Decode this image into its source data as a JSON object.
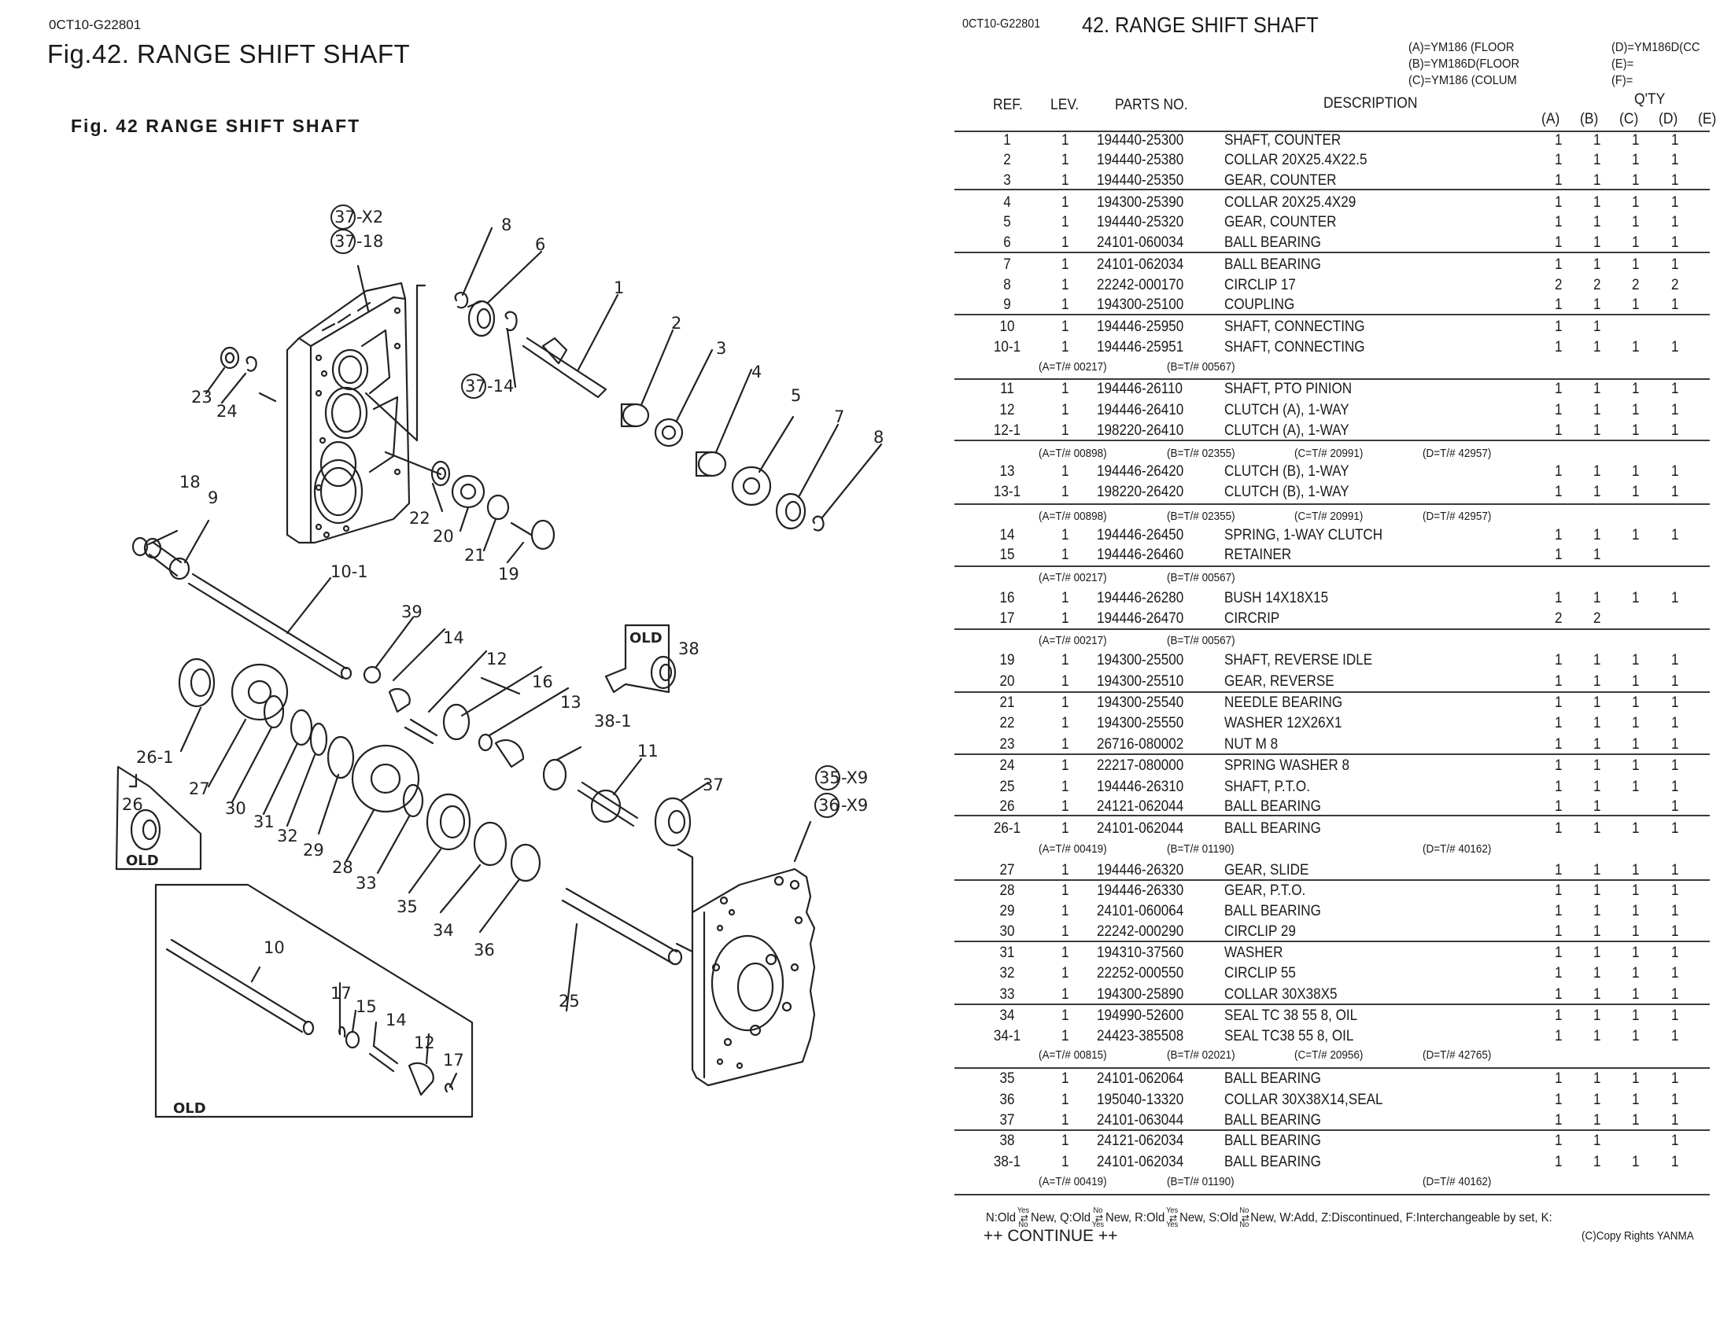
{
  "left_page": {
    "doc_code": "0CT10-G22801",
    "figure_title": "Fig.42.  RANGE SHIFT SHAFT",
    "figure_subtitle": "Fig. 42   RANGE SHIFT SHAFT",
    "diagram": {
      "callouts": [
        "1",
        "2",
        "3",
        "4",
        "5",
        "6",
        "7",
        "8",
        "8",
        "9",
        "10-1",
        "10",
        "11",
        "12",
        "12",
        "13",
        "14",
        "14",
        "15",
        "16",
        "17",
        "17",
        "18",
        "19",
        "20",
        "21",
        "22",
        "23",
        "24",
        "25",
        "26-1",
        "26",
        "27",
        "28",
        "29",
        "30",
        "31",
        "32",
        "33",
        "34",
        "35",
        "36",
        "37",
        "38",
        "38-1",
        "39"
      ],
      "circled_callouts": [
        {
          "num": "37",
          "suffix": "-X2"
        },
        {
          "num": "37",
          "suffix": "-18"
        },
        {
          "num": "37",
          "suffix": "-14"
        },
        {
          "num": "35",
          "suffix": "-X9"
        },
        {
          "num": "36",
          "suffix": "-X9"
        }
      ],
      "old_labels": [
        "OLD",
        "OLD",
        "OLD"
      ]
    }
  },
  "right_page": {
    "doc_code": "0CT10-G22801",
    "title": "42.  RANGE SHIFT SHAFT",
    "models": {
      "A": "(A)=YM186 (FLOOR",
      "B": "(B)=YM186D(FLOOR",
      "C": "(C)=YM186 (COLUM",
      "D": "(D)=YM186D(CC",
      "E": "(E)=",
      "F": "(F)="
    },
    "columns": {
      "ref": "REF.",
      "lev": "LEV.",
      "parts_no": "PARTS NO.",
      "description": "DESCRIPTION",
      "qty": "Q'TY",
      "qa": "(A)",
      "qb": "(B)",
      "qc": "(C)",
      "qd": "(D)",
      "qe": "(E)"
    },
    "rows": [
      {
        "ref": "1",
        "lev": "1",
        "part": "194440-25300",
        "desc": "SHAFT, COUNTER",
        "a": "1",
        "b": "1",
        "c": "1",
        "d": "1"
      },
      {
        "ref": "2",
        "lev": "1",
        "part": "194440-25380",
        "desc": "COLLAR 20X25.4X22.5",
        "a": "1",
        "b": "1",
        "c": "1",
        "d": "1"
      },
      {
        "ref": "3",
        "lev": "1",
        "part": "194440-25350",
        "desc": "GEAR, COUNTER",
        "a": "1",
        "b": "1",
        "c": "1",
        "d": "1"
      },
      {
        "ref": "4",
        "lev": "1",
        "part": "194300-25390",
        "desc": "COLLAR 20X25.4X29",
        "a": "1",
        "b": "1",
        "c": "1",
        "d": "1"
      },
      {
        "ref": "5",
        "lev": "1",
        "part": "194440-25320",
        "desc": "GEAR, COUNTER",
        "a": "1",
        "b": "1",
        "c": "1",
        "d": "1"
      },
      {
        "ref": "6",
        "lev": "1",
        "part": "24101-060034",
        "desc": "BALL BEARING",
        "a": "1",
        "b": "1",
        "c": "1",
        "d": "1"
      },
      {
        "ref": "7",
        "lev": "1",
        "part": "24101-062034",
        "desc": "BALL BEARING",
        "a": "1",
        "b": "1",
        "c": "1",
        "d": "1"
      },
      {
        "ref": "8",
        "lev": "1",
        "part": "22242-000170",
        "desc": "CIRCLIP   17",
        "a": "2",
        "b": "2",
        "c": "2",
        "d": "2"
      },
      {
        "ref": "9",
        "lev": "1",
        "part": "194300-25100",
        "desc": "COUPLING",
        "a": "1",
        "b": "1",
        "c": "1",
        "d": "1"
      },
      {
        "ref": "10",
        "lev": "1",
        "part": "194446-25950",
        "desc": "SHAFT, CONNECTING",
        "a": "1",
        "b": "1",
        "c": "",
        "d": ""
      },
      {
        "ref": "10-1",
        "lev": "1",
        "part": "194446-25951",
        "desc": "SHAFT, CONNECTING",
        "a": "1",
        "b": "1",
        "c": "1",
        "d": "1"
      },
      {
        "ref": "11",
        "lev": "1",
        "part": "194446-26110",
        "desc": "SHAFT, PTO PINION",
        "a": "1",
        "b": "1",
        "c": "1",
        "d": "1"
      },
      {
        "ref": "12",
        "lev": "1",
        "part": "194446-26410",
        "desc": "CLUTCH (A), 1-WAY",
        "a": "1",
        "b": "1",
        "c": "1",
        "d": "1"
      },
      {
        "ref": "12-1",
        "lev": "1",
        "part": "198220-26410",
        "desc": "CLUTCH (A), 1-WAY",
        "a": "1",
        "b": "1",
        "c": "1",
        "d": "1"
      },
      {
        "ref": "13",
        "lev": "1",
        "part": "194446-26420",
        "desc": "CLUTCH (B), 1-WAY",
        "a": "1",
        "b": "1",
        "c": "1",
        "d": "1"
      },
      {
        "ref": "13-1",
        "lev": "1",
        "part": "198220-26420",
        "desc": "CLUTCH (B), 1-WAY",
        "a": "1",
        "b": "1",
        "c": "1",
        "d": "1"
      },
      {
        "ref": "14",
        "lev": "1",
        "part": "194446-26450",
        "desc": "SPRING, 1-WAY CLUTCH",
        "a": "1",
        "b": "1",
        "c": "1",
        "d": "1"
      },
      {
        "ref": "15",
        "lev": "1",
        "part": "194446-26460",
        "desc": "RETAINER",
        "a": "1",
        "b": "1",
        "c": "",
        "d": ""
      },
      {
        "ref": "16",
        "lev": "1",
        "part": "194446-26280",
        "desc": "BUSH 14X18X15",
        "a": "1",
        "b": "1",
        "c": "1",
        "d": "1"
      },
      {
        "ref": "17",
        "lev": "1",
        "part": "194446-26470",
        "desc": "CIRCRIP",
        "a": "2",
        "b": "2",
        "c": "",
        "d": ""
      },
      {
        "ref": "19",
        "lev": "1",
        "part": "194300-25500",
        "desc": "SHAFT, REVERSE IDLE",
        "a": "1",
        "b": "1",
        "c": "1",
        "d": "1"
      },
      {
        "ref": "20",
        "lev": "1",
        "part": "194300-25510",
        "desc": "GEAR, REVERSE",
        "a": "1",
        "b": "1",
        "c": "1",
        "d": "1"
      },
      {
        "ref": "21",
        "lev": "1",
        "part": "194300-25540",
        "desc": "NEEDLE BEARING",
        "a": "1",
        "b": "1",
        "c": "1",
        "d": "1"
      },
      {
        "ref": "22",
        "lev": "1",
        "part": "194300-25550",
        "desc": "WASHER 12X26X1",
        "a": "1",
        "b": "1",
        "c": "1",
        "d": "1"
      },
      {
        "ref": "23",
        "lev": "1",
        "part": "26716-080002",
        "desc": "NUT M 8",
        "a": "1",
        "b": "1",
        "c": "1",
        "d": "1"
      },
      {
        "ref": "24",
        "lev": "1",
        "part": "22217-080000",
        "desc": "SPRING WASHER  8",
        "a": "1",
        "b": "1",
        "c": "1",
        "d": "1"
      },
      {
        "ref": "25",
        "lev": "1",
        "part": "194446-26310",
        "desc": "SHAFT, P.T.O.",
        "a": "1",
        "b": "1",
        "c": "1",
        "d": "1"
      },
      {
        "ref": "26",
        "lev": "1",
        "part": "24121-062044",
        "desc": "BALL BEARING",
        "a": "1",
        "b": "1",
        "c": "",
        "d": "1"
      },
      {
        "ref": "26-1",
        "lev": "1",
        "part": "24101-062044",
        "desc": "BALL BEARING",
        "a": "1",
        "b": "1",
        "c": "1",
        "d": "1"
      },
      {
        "ref": "27",
        "lev": "1",
        "part": "194446-26320",
        "desc": "GEAR, SLIDE",
        "a": "1",
        "b": "1",
        "c": "1",
        "d": "1"
      },
      {
        "ref": "28",
        "lev": "1",
        "part": "194446-26330",
        "desc": "GEAR, P.T.O.",
        "a": "1",
        "b": "1",
        "c": "1",
        "d": "1"
      },
      {
        "ref": "29",
        "lev": "1",
        "part": "24101-060064",
        "desc": "BALL BEARING",
        "a": "1",
        "b": "1",
        "c": "1",
        "d": "1"
      },
      {
        "ref": "30",
        "lev": "1",
        "part": "22242-000290",
        "desc": "CIRCLIP   29",
        "a": "1",
        "b": "1",
        "c": "1",
        "d": "1"
      },
      {
        "ref": "31",
        "lev": "1",
        "part": "194310-37560",
        "desc": "WASHER",
        "a": "1",
        "b": "1",
        "c": "1",
        "d": "1"
      },
      {
        "ref": "32",
        "lev": "1",
        "part": "22252-000550",
        "desc": "CIRCLIP   55",
        "a": "1",
        "b": "1",
        "c": "1",
        "d": "1"
      },
      {
        "ref": "33",
        "lev": "1",
        "part": "194300-25890",
        "desc": "COLLAR 30X38X5",
        "a": "1",
        "b": "1",
        "c": "1",
        "d": "1"
      },
      {
        "ref": "34",
        "lev": "1",
        "part": "194990-52600",
        "desc": "SEAL TC 38 55 8, OIL",
        "a": "1",
        "b": "1",
        "c": "1",
        "d": "1"
      },
      {
        "ref": "34-1",
        "lev": "1",
        "part": "24423-385508",
        "desc": "SEAL TC38 55  8, OIL",
        "a": "1",
        "b": "1",
        "c": "1",
        "d": "1"
      },
      {
        "ref": "35",
        "lev": "1",
        "part": "24101-062064",
        "desc": "BALL BEARING",
        "a": "1",
        "b": "1",
        "c": "1",
        "d": "1"
      },
      {
        "ref": "36",
        "lev": "1",
        "part": "195040-13320",
        "desc": "COLLAR 30X38X14,SEAL",
        "a": "1",
        "b": "1",
        "c": "1",
        "d": "1"
      },
      {
        "ref": "37",
        "lev": "1",
        "part": "24101-063044",
        "desc": "BALL BEARING",
        "a": "1",
        "b": "1",
        "c": "1",
        "d": "1"
      },
      {
        "ref": "38",
        "lev": "1",
        "part": "24121-062034",
        "desc": "BALL BEARING",
        "a": "1",
        "b": "1",
        "c": "",
        "d": "1"
      },
      {
        "ref": "38-1",
        "lev": "1",
        "part": "24101-062034",
        "desc": "BALL BEARING",
        "a": "1",
        "b": "1",
        "c": "1",
        "d": "1"
      }
    ],
    "notes": [
      {
        "after": "10-1",
        "a": "(A=T/# 00217)",
        "b": "(B=T/# 00567)",
        "c": "",
        "d": ""
      },
      {
        "after": "12-1",
        "a": "(A=T/# 00898)",
        "b": "(B=T/# 02355)",
        "c": "(C=T/# 20991)",
        "d": "(D=T/# 42957)"
      },
      {
        "after": "13-1",
        "a": "(A=T/# 00898)",
        "b": "(B=T/# 02355)",
        "c": "(C=T/# 20991)",
        "d": "(D=T/# 42957)"
      },
      {
        "after": "15",
        "a": "(A=T/# 00217)",
        "b": "(B=T/# 00567)",
        "c": "",
        "d": ""
      },
      {
        "after": "17",
        "a": "(A=T/# 00217)",
        "b": "(B=T/# 00567)",
        "c": "",
        "d": ""
      },
      {
        "after": "26-1",
        "a": "(A=T/# 00419)",
        "b": "(B=T/# 01190)",
        "c": "",
        "d": "(D=T/# 40162)"
      },
      {
        "after": "34-1",
        "a": "(A=T/# 00815)",
        "b": "(B=T/# 02021)",
        "c": "(C=T/# 20956)",
        "d": "(D=T/# 42765)"
      },
      {
        "after": "38-1",
        "a": "(A=T/# 00419)",
        "b": "(B=T/# 01190)",
        "c": "",
        "d": "(D=T/# 40162)"
      }
    ],
    "legend": {
      "n_prefix": "N:Old",
      "n_top": "Yes",
      "n_bottom": "No",
      "n_suffix": "New,",
      "q_prefix": "Q:Old",
      "q_top": "No",
      "q_bottom": "Yes",
      "q_suffix": "New,",
      "r_prefix": "R:Old",
      "r_top": "Yes",
      "r_bottom": "Yes",
      "r_suffix": "New,",
      "s_prefix": "S:Old",
      "s_top": "No",
      "s_bottom": "No",
      "s_suffix": "New,",
      "rest": "W:Add, Z:Discontinued, F:Interchangeable by set, K:"
    },
    "continue_label": "++ CONTINUE ++",
    "copyright": "(C)Copy Rights YANMA"
  }
}
